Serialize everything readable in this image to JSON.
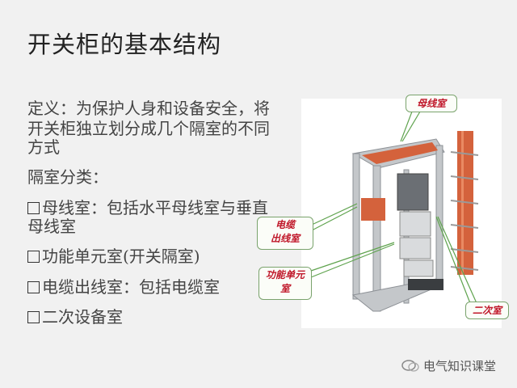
{
  "slide": {
    "title": "开关柜的基本结构",
    "definition_lines": [
      "定义：为保护人身和设备安全，将",
      "开关柜独立划分成几个隔室的不同",
      "方式"
    ],
    "classification_heading": "隔室分类：",
    "items": [
      {
        "lines": [
          "母线室：包括水平母线室与垂直",
          "母线室"
        ]
      },
      {
        "lines": [
          "功能单元室(开关隔室)"
        ]
      },
      {
        "lines": [
          "电缆出线室：包括电缆室"
        ]
      },
      {
        "lines": [
          "二次设备室"
        ]
      }
    ],
    "bullet_icon": "checkbox-square-icon"
  },
  "figure": {
    "callouts": {
      "busbar": "母线室",
      "cable": [
        "电缆",
        "出线室"
      ],
      "function": [
        "功能单元",
        "室"
      ],
      "secondary": "二次室"
    },
    "colors": {
      "busbar": "#d4623c",
      "frame": "#b9bcbf",
      "label": "#c0182a",
      "leader": "#5fa34e"
    }
  },
  "watermark": {
    "text": "电气知识课堂",
    "icon": "wechat-icon"
  }
}
